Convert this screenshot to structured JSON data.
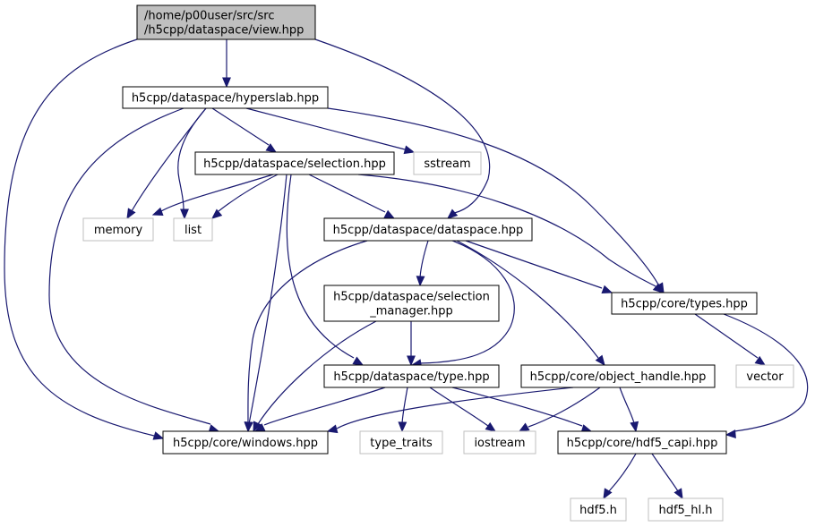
{
  "diagram": {
    "type": "include-dependency-graph",
    "colors": {
      "root_fill": "#bfbfbf",
      "root_border": "#000000",
      "internal_fill": "#ffffff",
      "internal_border": "#000000",
      "external_fill": "#ffffff",
      "external_border": "#bfbfbf",
      "edge": "#191970"
    },
    "nodes": [
      {
        "id": "view",
        "lines": [
          "/home/p00user/src/src",
          "/h5cpp/dataspace/view.hpp"
        ],
        "kind": "root"
      },
      {
        "id": "hyperslab",
        "lines": [
          "h5cpp/dataspace/hyperslab.hpp"
        ],
        "kind": "internal"
      },
      {
        "id": "selection",
        "lines": [
          "h5cpp/dataspace/selection.hpp"
        ],
        "kind": "internal"
      },
      {
        "id": "sstream",
        "lines": [
          "sstream"
        ],
        "kind": "external"
      },
      {
        "id": "memory",
        "lines": [
          "memory"
        ],
        "kind": "external"
      },
      {
        "id": "list",
        "lines": [
          "list"
        ],
        "kind": "external"
      },
      {
        "id": "dataspace",
        "lines": [
          "h5cpp/dataspace/dataspace.hpp"
        ],
        "kind": "internal"
      },
      {
        "id": "selection_manager",
        "lines": [
          "h5cpp/dataspace/selection",
          "_manager.hpp"
        ],
        "kind": "internal"
      },
      {
        "id": "types",
        "lines": [
          "h5cpp/core/types.hpp"
        ],
        "kind": "internal"
      },
      {
        "id": "type",
        "lines": [
          "h5cpp/dataspace/type.hpp"
        ],
        "kind": "internal"
      },
      {
        "id": "object_handle",
        "lines": [
          "h5cpp/core/object_handle.hpp"
        ],
        "kind": "internal"
      },
      {
        "id": "vector",
        "lines": [
          "vector"
        ],
        "kind": "external"
      },
      {
        "id": "windows",
        "lines": [
          "h5cpp/core/windows.hpp"
        ],
        "kind": "internal"
      },
      {
        "id": "type_traits",
        "lines": [
          "type_traits"
        ],
        "kind": "external"
      },
      {
        "id": "iostream",
        "lines": [
          "iostream"
        ],
        "kind": "external"
      },
      {
        "id": "hdf5_capi",
        "lines": [
          "h5cpp/core/hdf5_capi.hpp"
        ],
        "kind": "internal"
      },
      {
        "id": "hdf5_h",
        "lines": [
          "hdf5.h"
        ],
        "kind": "external"
      },
      {
        "id": "hdf5_hl_h",
        "lines": [
          "hdf5_hl.h"
        ],
        "kind": "external"
      }
    ],
    "edges": [
      {
        "from": "view",
        "to": "hyperslab"
      },
      {
        "from": "view",
        "to": "windows"
      },
      {
        "from": "view",
        "to": "dataspace"
      },
      {
        "from": "hyperslab",
        "to": "selection"
      },
      {
        "from": "hyperslab",
        "to": "sstream"
      },
      {
        "from": "hyperslab",
        "to": "memory"
      },
      {
        "from": "hyperslab",
        "to": "list"
      },
      {
        "from": "hyperslab",
        "to": "types"
      },
      {
        "from": "hyperslab",
        "to": "windows"
      },
      {
        "from": "selection",
        "to": "memory"
      },
      {
        "from": "selection",
        "to": "list"
      },
      {
        "from": "selection",
        "to": "dataspace"
      },
      {
        "from": "selection",
        "to": "types"
      },
      {
        "from": "selection",
        "to": "type"
      },
      {
        "from": "selection",
        "to": "windows"
      },
      {
        "from": "dataspace",
        "to": "selection_manager"
      },
      {
        "from": "dataspace",
        "to": "types"
      },
      {
        "from": "dataspace",
        "to": "type"
      },
      {
        "from": "dataspace",
        "to": "object_handle"
      },
      {
        "from": "dataspace",
        "to": "windows"
      },
      {
        "from": "selection_manager",
        "to": "type"
      },
      {
        "from": "selection_manager",
        "to": "windows"
      },
      {
        "from": "types",
        "to": "vector"
      },
      {
        "from": "types",
        "to": "hdf5_capi"
      },
      {
        "from": "type",
        "to": "windows"
      },
      {
        "from": "type",
        "to": "type_traits"
      },
      {
        "from": "type",
        "to": "iostream"
      },
      {
        "from": "type",
        "to": "hdf5_capi"
      },
      {
        "from": "object_handle",
        "to": "windows"
      },
      {
        "from": "object_handle",
        "to": "iostream"
      },
      {
        "from": "object_handle",
        "to": "hdf5_capi"
      },
      {
        "from": "hdf5_capi",
        "to": "hdf5_h"
      },
      {
        "from": "hdf5_capi",
        "to": "hdf5_hl_h"
      }
    ]
  }
}
